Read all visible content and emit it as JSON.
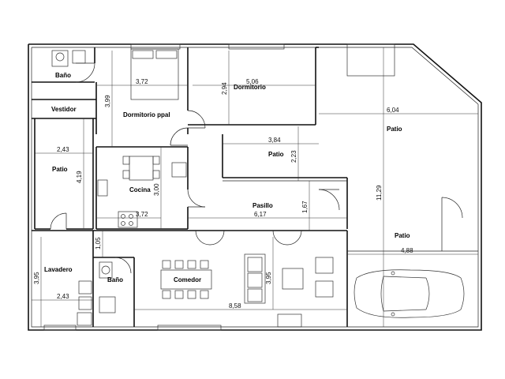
{
  "rooms": {
    "bano_1": "Baño",
    "vestidor": "Vestidor",
    "dormitorio_ppal": "Dormitorio  ppal",
    "dormitorio": "Dormitorio",
    "patio_left": "Patio",
    "cocina": "Cocina",
    "patio_mid": "Patio",
    "patio_right": "Patio",
    "pasillo": "Pasillo",
    "lavadero": "Lavadero",
    "bano_2": "Baño",
    "comedor": "Comedor",
    "patio_garage": "Patio"
  },
  "dimensions": {
    "d_372_top": "3,72",
    "d_399": "3,99",
    "d_294": "2,94",
    "d_506": "5,06",
    "d_604": "6,04",
    "d_384": "3,84",
    "d_223": "2,23",
    "d_243_top": "2,43",
    "d_419": "4,19",
    "d_300": "3,00",
    "d_372_bottom": "3,72",
    "d_1129": "11,29",
    "d_167": "1,67",
    "d_617": "6,17",
    "d_105": "1,05",
    "d_395_left": "3,95",
    "d_243_bottom": "2,43",
    "d_395_mid": "3,95",
    "d_858": "8,58",
    "d_488": "4,88"
  }
}
